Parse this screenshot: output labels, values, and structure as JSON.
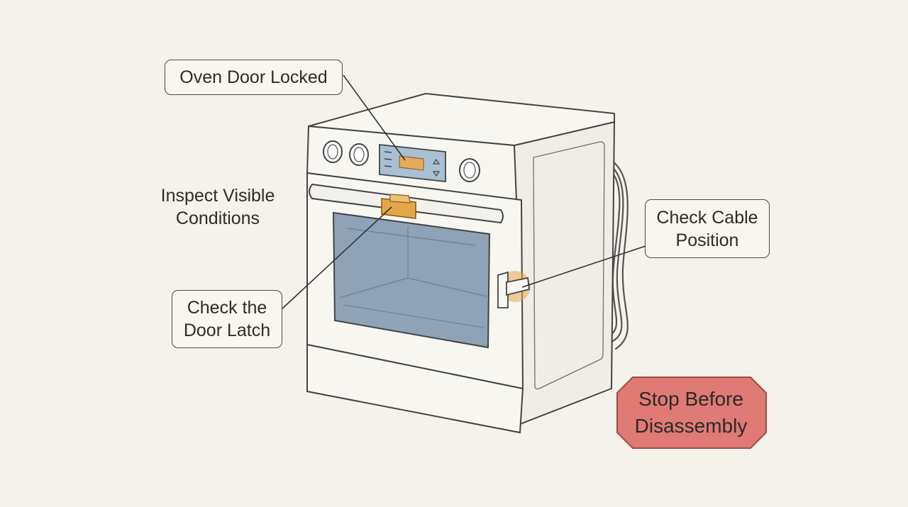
{
  "labels": {
    "oven_door_locked": "Oven Door Locked",
    "inspect_visible_line1": "Inspect Visible",
    "inspect_visible_line2": "Conditions",
    "check_latch_line1": "Check the",
    "check_latch_line2": "Door Latch",
    "check_cable_line1": "Check Cable",
    "check_cable_line2": "Position",
    "stop_line1": "Stop Before",
    "stop_line2": "Disassembly"
  },
  "colors": {
    "background": "#f4f2ea",
    "outline": "#4a4a4a",
    "oven_body": "#f7f6f1",
    "oven_side": "#efede6",
    "window": "#8ea3b7",
    "highlight": "#e6a64a",
    "display": "#e8a958",
    "stop_fill": "#e07a74",
    "stop_border": "#a04a45"
  },
  "icons": [
    "oven-illustration",
    "lock-highlight",
    "latch-highlight",
    "cable-clip-highlight",
    "stop-octagon"
  ]
}
